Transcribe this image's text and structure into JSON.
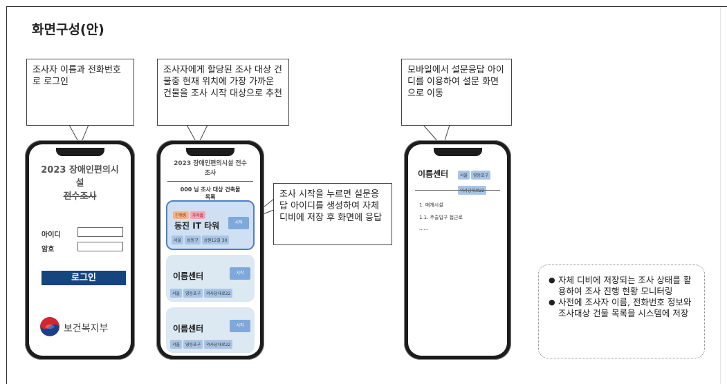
{
  "title": "화면구성(안)",
  "callouts": {
    "login": "조사자 이름과 전화번호로 로그인",
    "recommend": "조사자에게 할당된 조사 대상 건물중 현재 위치에 가장 가까운 건물을 조사 시작 대상으로 추천",
    "mobile": "모바일에서 설문응답 아이디를 이용하여 설문 화면으로 이동",
    "start": "조사 시작을 누르면 설문응답 아이디를 생성하여 자체 디비에 저장 후 화면에 응답"
  },
  "phone1": {
    "title_line1": "2023 장애인편의시",
    "title_line2": "설",
    "title_line3": "전수조사",
    "id_label": "아이디",
    "pw_label": "암호",
    "login_button": "로그인",
    "org_name": "보건복지부"
  },
  "phone2": {
    "title_line1": "2023 장애인편의시설 전수",
    "title_line2": "조사",
    "sub_line1": "000 님 조사 대상 건축물",
    "sub_line2": "목록",
    "cards": [
      {
        "badges": [
          "진행중",
          "가야흡"
        ],
        "name": "동진 IT 타워",
        "start": "시작",
        "tags": [
          "서울",
          "성동구",
          "상원12길 30"
        ]
      },
      {
        "badges": [],
        "name": "이름센터",
        "start": "시작",
        "tags": [
          "서울",
          "영등포구",
          "의사당대로22"
        ]
      },
      {
        "badges": [],
        "name": "이름센터",
        "start": "시작",
        "tags": [
          "서울",
          "영등포구",
          "의사당대로22"
        ]
      }
    ]
  },
  "phone3": {
    "name": "이름센터",
    "tags": [
      "서울",
      "영등포구",
      "의사당대로22"
    ],
    "items": [
      "1. 매개시설",
      "1.1. 주출입구 접근로",
      "......"
    ]
  },
  "notes": [
    "자체 디비에 저장되는 조사 상태를 활용하여 조사 진행 현황 모니터링",
    "사전에 조사자 이름, 전화번호 정보와 조사대상 건물 목록을 시스템에 저장"
  ],
  "colors": {
    "login_button": "#16457e",
    "card": "#dce8f2",
    "card_active_border": "#4f7fc4",
    "start_button": "#7ea9da",
    "tag": "#a9c5e6"
  }
}
